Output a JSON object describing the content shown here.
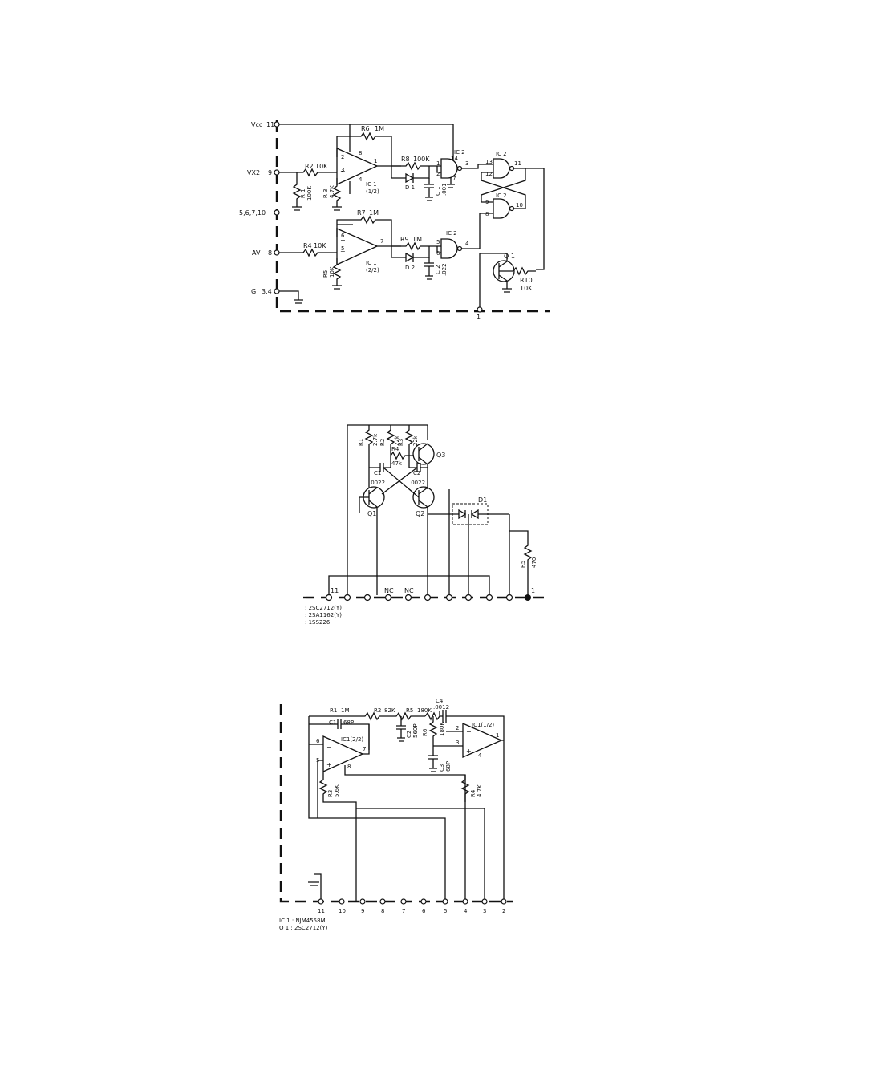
{
  "schematic_1": {
    "terminals": {
      "vcc": "Vcc",
      "vcc_pin": "11",
      "vx2": "VX2",
      "vx2_pin": "9",
      "t5": "5,6,7,10",
      "av": "AV",
      "av_pin": "8",
      "g": "G",
      "g_pin": "3,4",
      "out_pin": "1"
    },
    "r1": "R 1",
    "r1_val": "100K",
    "r2": "R2",
    "r2_val": "10K",
    "r3": "R 3",
    "r3_val": "4.7K",
    "r4": "R4",
    "r4_val": "10K",
    "r5": "R5",
    "r5_val": "10K",
    "r6": "R6",
    "r6_val": "1M",
    "r7": "R7",
    "r7_val": "1M",
    "r8": "R8",
    "r8_val": "100K",
    "r9": "R9",
    "r9_val": "1M",
    "r10": "R10",
    "r10_val": "10K",
    "d1": "D 1",
    "d2": "D 2",
    "c1": "C 1",
    "c1_val": ".001",
    "c2": "C 2",
    "c2_val": ".022",
    "ic1a": "IC 1",
    "ic1a_part": "(1/2)",
    "ic1b": "IC 1",
    "ic1b_part": "(2/2)",
    "ic2": "IC 2",
    "q1": "Q 1",
    "pins": {
      "p1": "1",
      "p2": "2",
      "p3": "3",
      "p4": "4",
      "p5": "5",
      "p6": "6",
      "p7": "7",
      "p8": "8",
      "p9": "9",
      "p10": "10",
      "p11": "11",
      "p12": "12",
      "p13": "13",
      "p14": "14"
    }
  },
  "schematic_2": {
    "r1": "R1",
    "r1_val": "2.7k",
    "r2": "R2",
    "r2_val": "22k",
    "r3": "R3",
    "r3_val": "22k",
    "r4": "R4",
    "r4_val": "47k",
    "r5": "R5",
    "r5_val": "470",
    "c1": "C1",
    "c1_val": ".0022",
    "c2": "C2",
    "c2_val": ".0022",
    "q1": "Q1",
    "q2": "Q2",
    "q3": "Q3",
    "d1": "D1",
    "pin_11": "11",
    "pin_1": "1",
    "nc": "NC",
    "parts": [
      ": 2SC2712(Y)",
      ": 2SA1162(Y)",
      ": 1SS226"
    ]
  },
  "schematic_3": {
    "r1": "R1",
    "r1_val": "1M",
    "r2": "R2",
    "r2_val": "82K",
    "r3": "R3",
    "r3_val": "5.6K",
    "r4": "R4",
    "r4_val": "4.7K",
    "r5": "R5",
    "r5_val": "180K",
    "r6": "R6",
    "r6_val": "180K",
    "c1": "C1",
    "c1_val": "68P",
    "c2": "C2",
    "c2_val": "560P",
    "c3": "C3",
    "c3_val": "68P",
    "c4": "C4",
    "c4_val": ".0012",
    "ic_a": "IC1(2/2)",
    "ic_b": "IC1(1/2)",
    "terminals": [
      "11",
      "10",
      "9",
      "8",
      "7",
      "6",
      "5",
      "4",
      "3",
      "2"
    ],
    "parts": [
      "IC 1 : NJM4558M",
      "Q 1 : 2SC2712(Y)"
    ]
  }
}
